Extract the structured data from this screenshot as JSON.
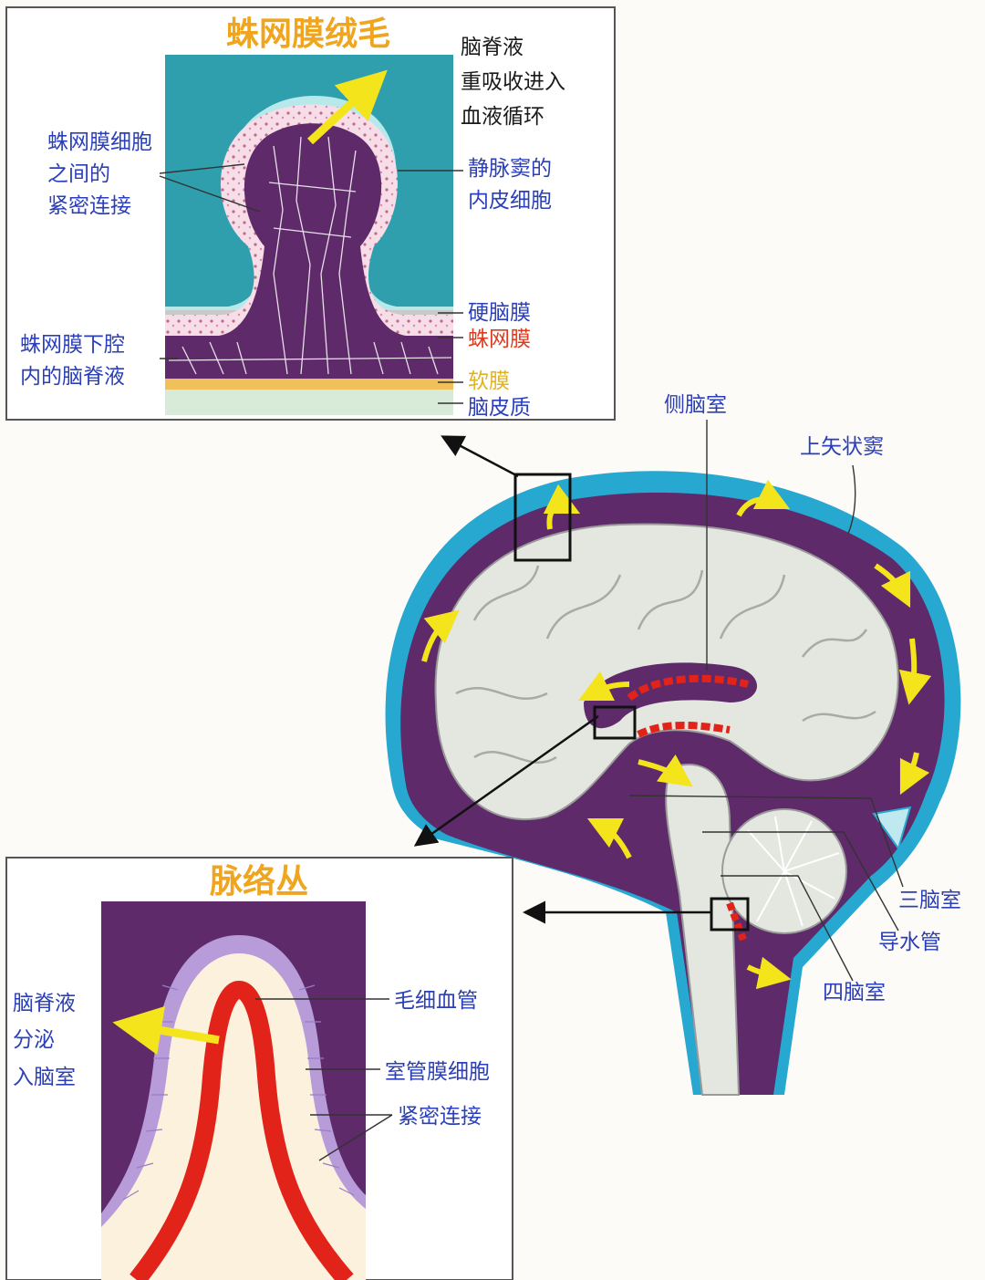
{
  "colors": {
    "label_blue": "#2a3fb8",
    "title_orange": "#f0a51e",
    "arachnoid_red": "#e03a1e",
    "pia_yellow": "#e0b320",
    "csf_purple": "#5e2a6a",
    "sinus_blue": "#27a8d1",
    "brain_grey": "#e4e6e0",
    "choroid_red": "#e2231a",
    "arrow_yellow": "#f4e41c"
  },
  "villi_panel": {
    "title": "蛛网膜绒毛",
    "csf_note": [
      "脑脊液",
      "重吸收进入",
      "血液循环"
    ],
    "tight_junction": [
      "蛛网膜细胞",
      "之间的",
      "紧密连接"
    ],
    "sinus_endothelium": [
      "静脉窦的",
      "内皮细胞"
    ],
    "dura": "硬脑膜",
    "arachnoid": "蛛网膜",
    "subarachnoid_csf": [
      "蛛网膜下腔",
      "内的脑脊液"
    ],
    "pia": "软膜",
    "cortex": "脑皮质"
  },
  "brain": {
    "lateral_ventricle": "侧脑室",
    "superior_sagittal_sinus": "上矢状窦",
    "third_ventricle": "三脑室",
    "aqueduct": "导水管",
    "fourth_ventricle": "四脑室"
  },
  "plexus_panel": {
    "title": "脉络丛",
    "csf_secretion": [
      "脑脊液",
      "分泌",
      "入脑室"
    ],
    "capillary": "毛细血管",
    "ependymal": "室管膜细胞",
    "tight_junction": "紧密连接"
  },
  "icons": [
    "arrow-icon"
  ]
}
